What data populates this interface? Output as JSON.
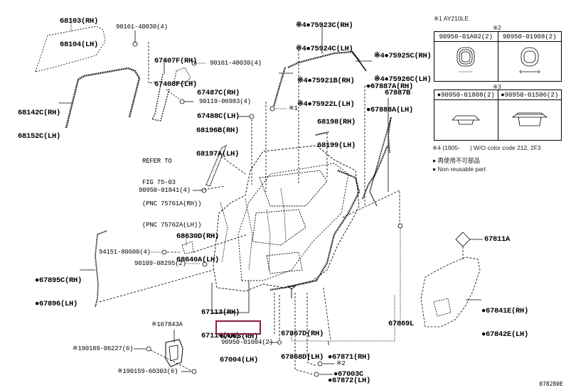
{
  "diagram": {
    "id_code": "078280E",
    "highlight_color": "#8b1a3a",
    "labels": {
      "glass": [
        "68103(RH)",
        "68104(LH)"
      ],
      "run_channel": [
        "68142C(RH)",
        "68152C(LH)"
      ],
      "bolt_90161_a": "90161-40030(4)",
      "division_bar": [
        "67407F(RH)",
        "67408F(LH)"
      ],
      "bolt_90161_b": "90161-40030(4)",
      "bracket": [
        "67487C(RH)",
        "67488C(LH)"
      ],
      "screw_90119": "90119-06983(4)",
      "hinge_cover": [
        "68196B(RH)",
        "68197A(LH)"
      ],
      "clip_note": "※1",
      "molding_top": [
        "※4●75923C(RH)",
        "※4●75924C(LH)"
      ],
      "molding_rear": [
        "※4●75925C(RH)",
        "※4●75926C(LH)"
      ],
      "molding_front": [
        "※4●75921B(RH)",
        "※4●75922L(LH)"
      ],
      "weatherstrip": [
        "●67887A(RH)",
        "●67888A(LH)"
      ],
      "weatherstrip_b": "67887B",
      "check": [
        "68198(RH)",
        "68199(LH)"
      ],
      "refer_to": [
        "REFER TO",
        "FIG 75-03",
        "(PNC 75761A(RH))",
        "(PNC 75762A(LH))"
      ],
      "plug_90950_01841": "90950-01841(4)",
      "check_assy": [
        "68630D(RH)",
        "68640A(LH)"
      ],
      "nut_94151": "94151-80600(4)",
      "bolt_90109": "90109-08295(2)",
      "seal": [
        "●67895C(RH)",
        "●67896(LH)"
      ],
      "hinge": [
        "67113(RH)",
        "67114(LH)"
      ],
      "door_panel": [
        "67003(RH)",
        "67004(LH)"
      ],
      "weatherstrip_side": [
        "67867D(RH)",
        "67868D(LH)"
      ],
      "weatherstrip_l": "67869L",
      "protector": [
        "●67871(RH)",
        "●67872(LH)"
      ],
      "clip_note_2": "※2",
      "part_67003c": "●67003C",
      "plug_90950_01604": "90950-01604(2)",
      "sub_167843a": "※167843A",
      "screw_190189": "※190189-06227(6)",
      "screw_190159": "※190159-60303(6)",
      "pad_67811a": "67811A",
      "service_hole_cover": [
        "●67841E(RH)",
        "●67842E(LH)"
      ]
    },
    "legend": {
      "note1": "※1 AY210LE",
      "group2_title": "※2",
      "group2_parts": [
        "90950-01A02(2)",
        "90950-01908(2)"
      ],
      "group3_title": "※3",
      "group3_parts": [
        "●90950-01808(2)",
        "●90950-01506(2)"
      ],
      "note4": "※4 (1905-      ) W/O color code 212, 2F3",
      "non_reusable_jp": "● 再使用不可部品",
      "non_reusable_en": "● Non reusable part"
    }
  }
}
